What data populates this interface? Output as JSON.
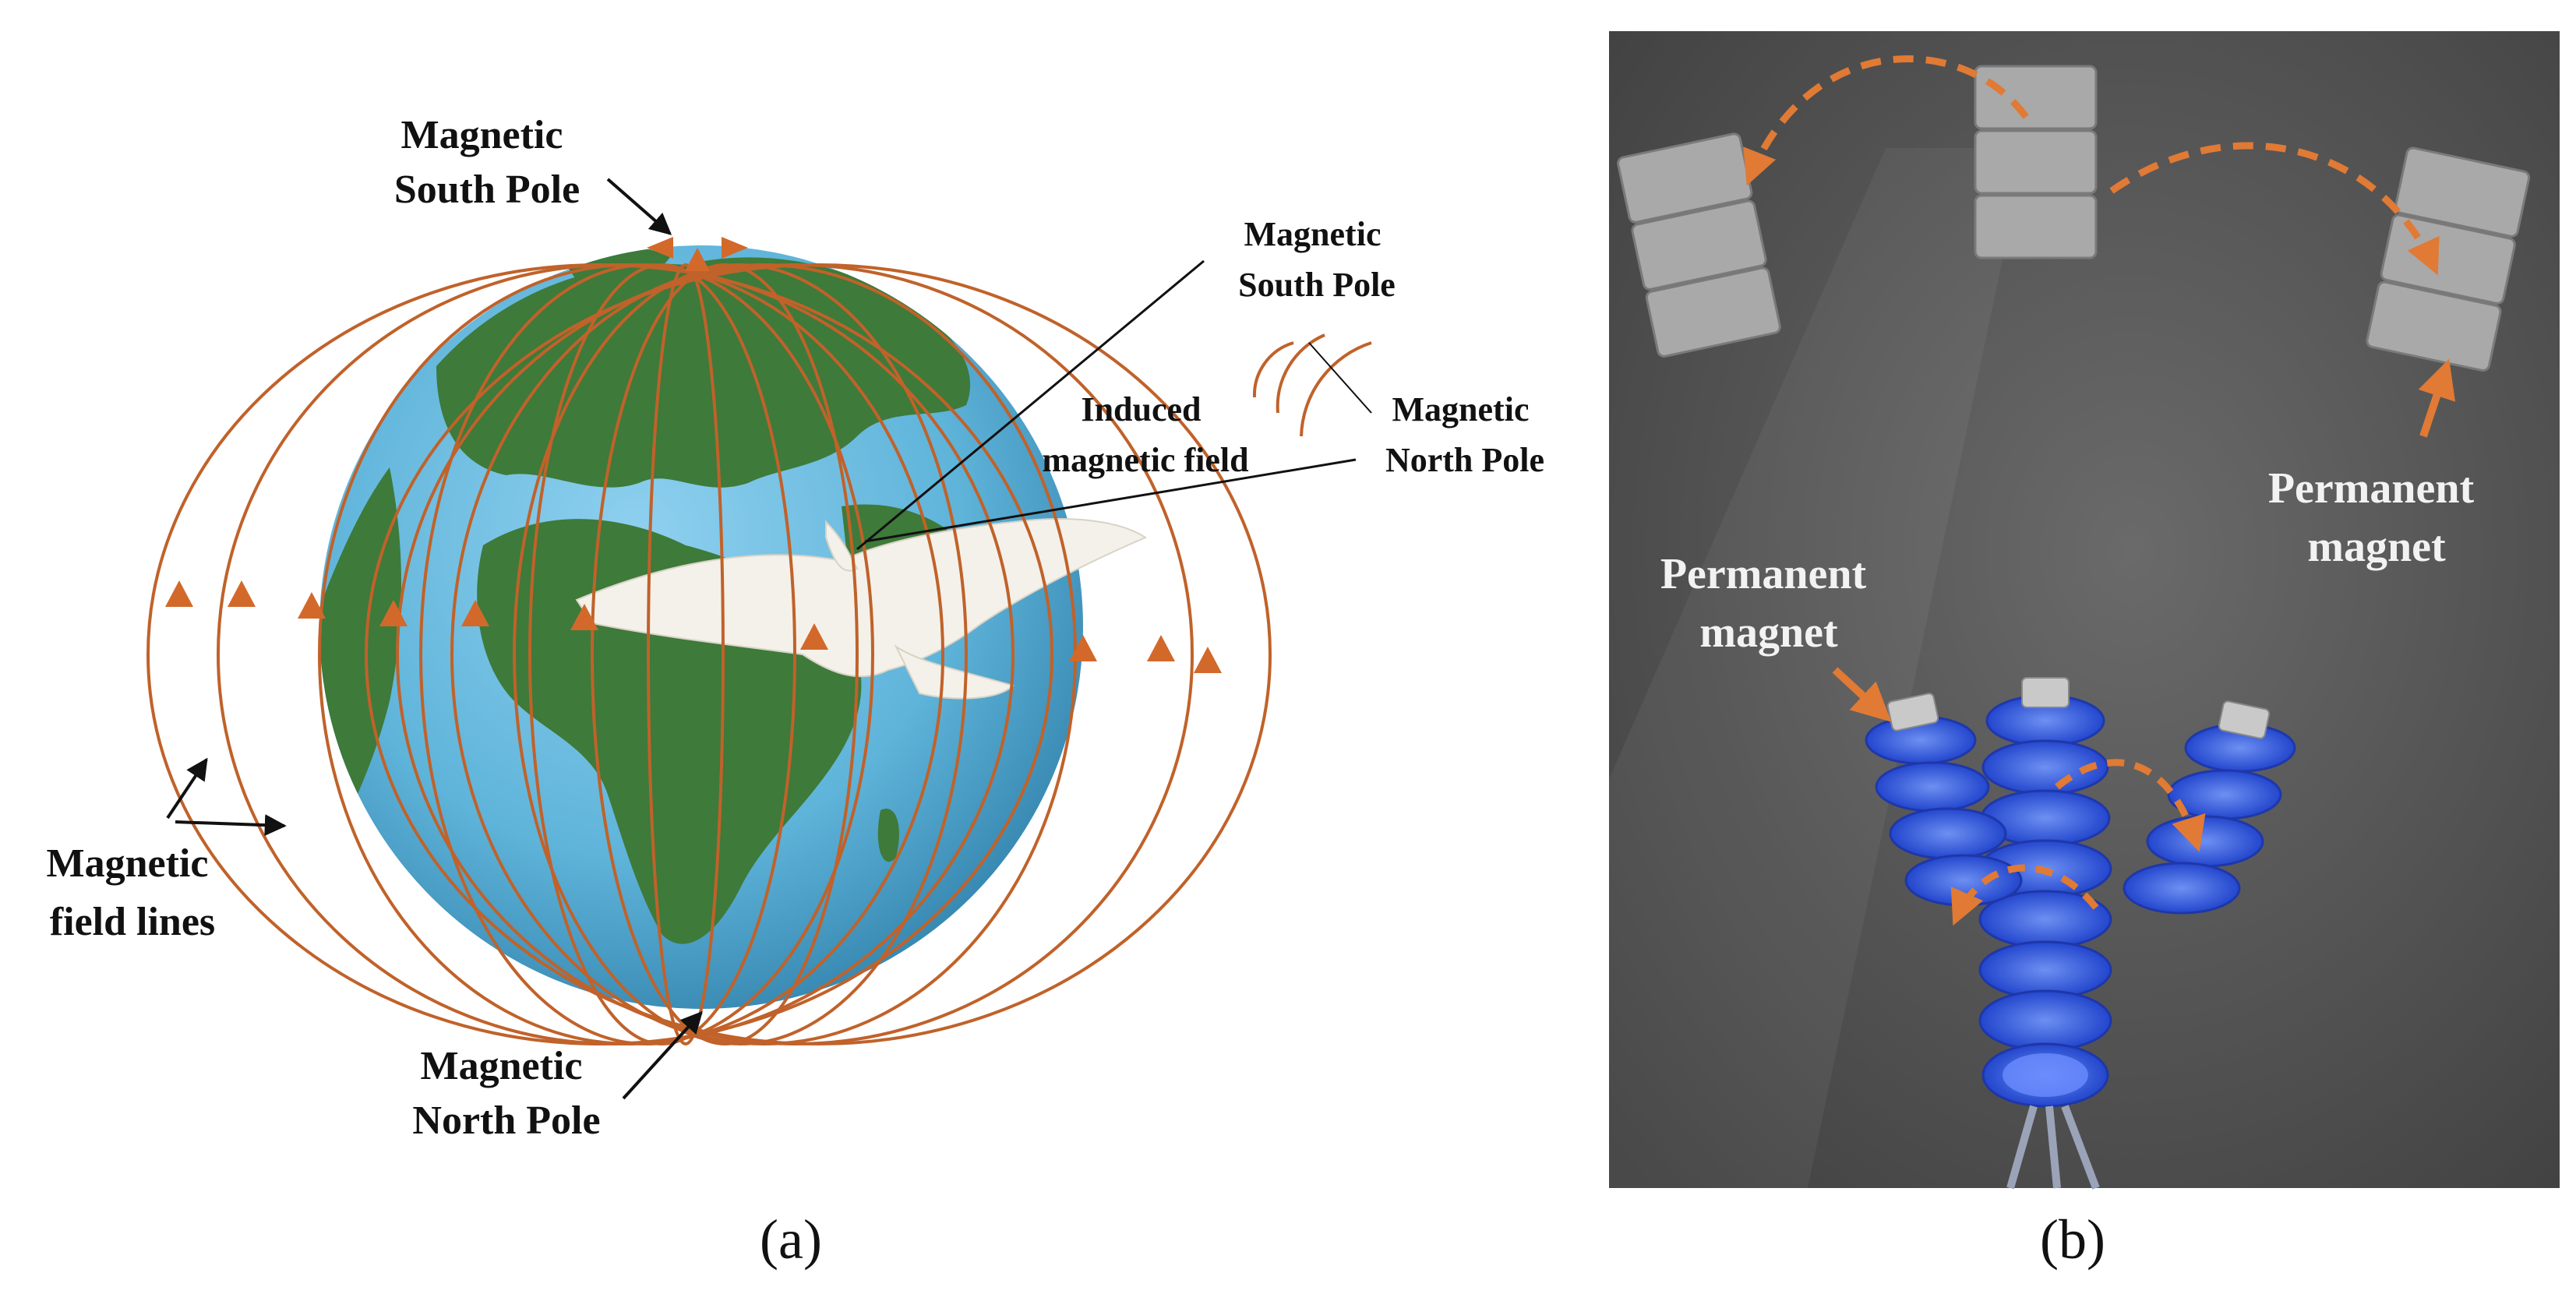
{
  "panel_a": {
    "south_pole_label": {
      "line1": "Magnetic",
      "line2": "South Pole"
    },
    "north_pole_label": {
      "line1": "Magnetic",
      "line2": "North Pole"
    },
    "field_lines_label": {
      "line1": "Magnetic",
      "line2": "field lines"
    },
    "inset_south_label": {
      "line1": "Magnetic",
      "line2": "South Pole"
    },
    "inset_induced_label": {
      "line1": "Induced",
      "line2": "magnetic field"
    },
    "inset_north_label": {
      "line1": "Magnetic",
      "line2": "North Pole"
    },
    "caption": "(a)"
  },
  "panel_b": {
    "permanent_magnet_right": {
      "line1": "Permanent",
      "line2": "magnet"
    },
    "permanent_magnet_left": {
      "line1": "Permanent",
      "line2": "magnet"
    },
    "caption": "(b)"
  },
  "colors": {
    "field_line": "#c0622a",
    "arrow_orange": "#e07a35",
    "ocean": "#5fb4da",
    "land": "#3e7a3a",
    "photo_bg": "#5a5a5a",
    "robot_blue": "#2a55e0",
    "magnet_gray": "#a9a9a9",
    "label_text": "#111111",
    "photo_label_text": "#f2f2f2"
  }
}
